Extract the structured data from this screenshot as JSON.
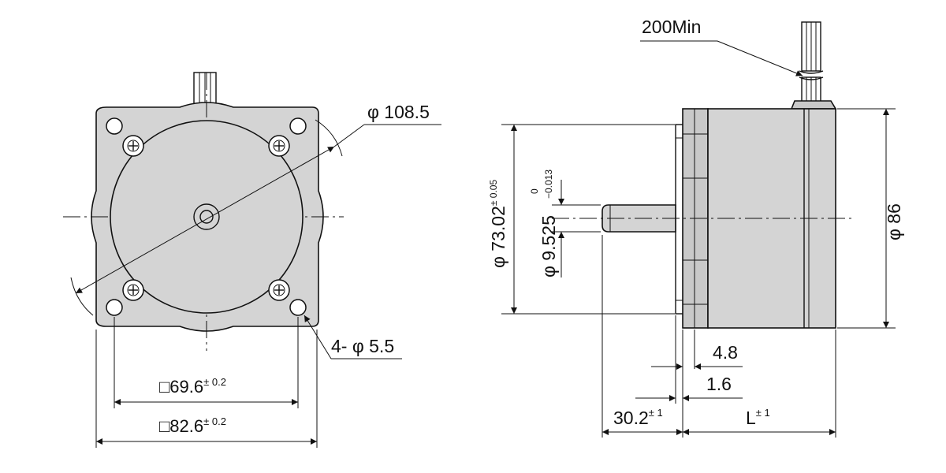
{
  "front_view": {
    "dim_circle": "φ 108.5",
    "dim_holes": "4- φ 5.5",
    "dim_square_inner": "□69.6",
    "dim_square_inner_tol": "± 0.2",
    "dim_square_outer": "□82.6",
    "dim_square_outer_tol": "± 0.2"
  },
  "side_view": {
    "dim_lead": "200Min",
    "dim_pilot": "φ 73.02",
    "dim_pilot_tol": "± 0.05",
    "dim_shaft": "φ 9.525",
    "dim_shaft_tol_upper": "0",
    "dim_shaft_tol_lower": "−0.013",
    "dim_body": "φ 86",
    "dim_flange_gap": "4.8",
    "dim_flange_thk": "1.6",
    "dim_shaft_len": "30.2",
    "dim_shaft_len_tol": "± 1",
    "dim_body_len": "L",
    "dim_body_len_tol": "± 1"
  },
  "colors": {
    "line": "#111111",
    "body": "#d4d4d4",
    "background": "#ffffff"
  }
}
